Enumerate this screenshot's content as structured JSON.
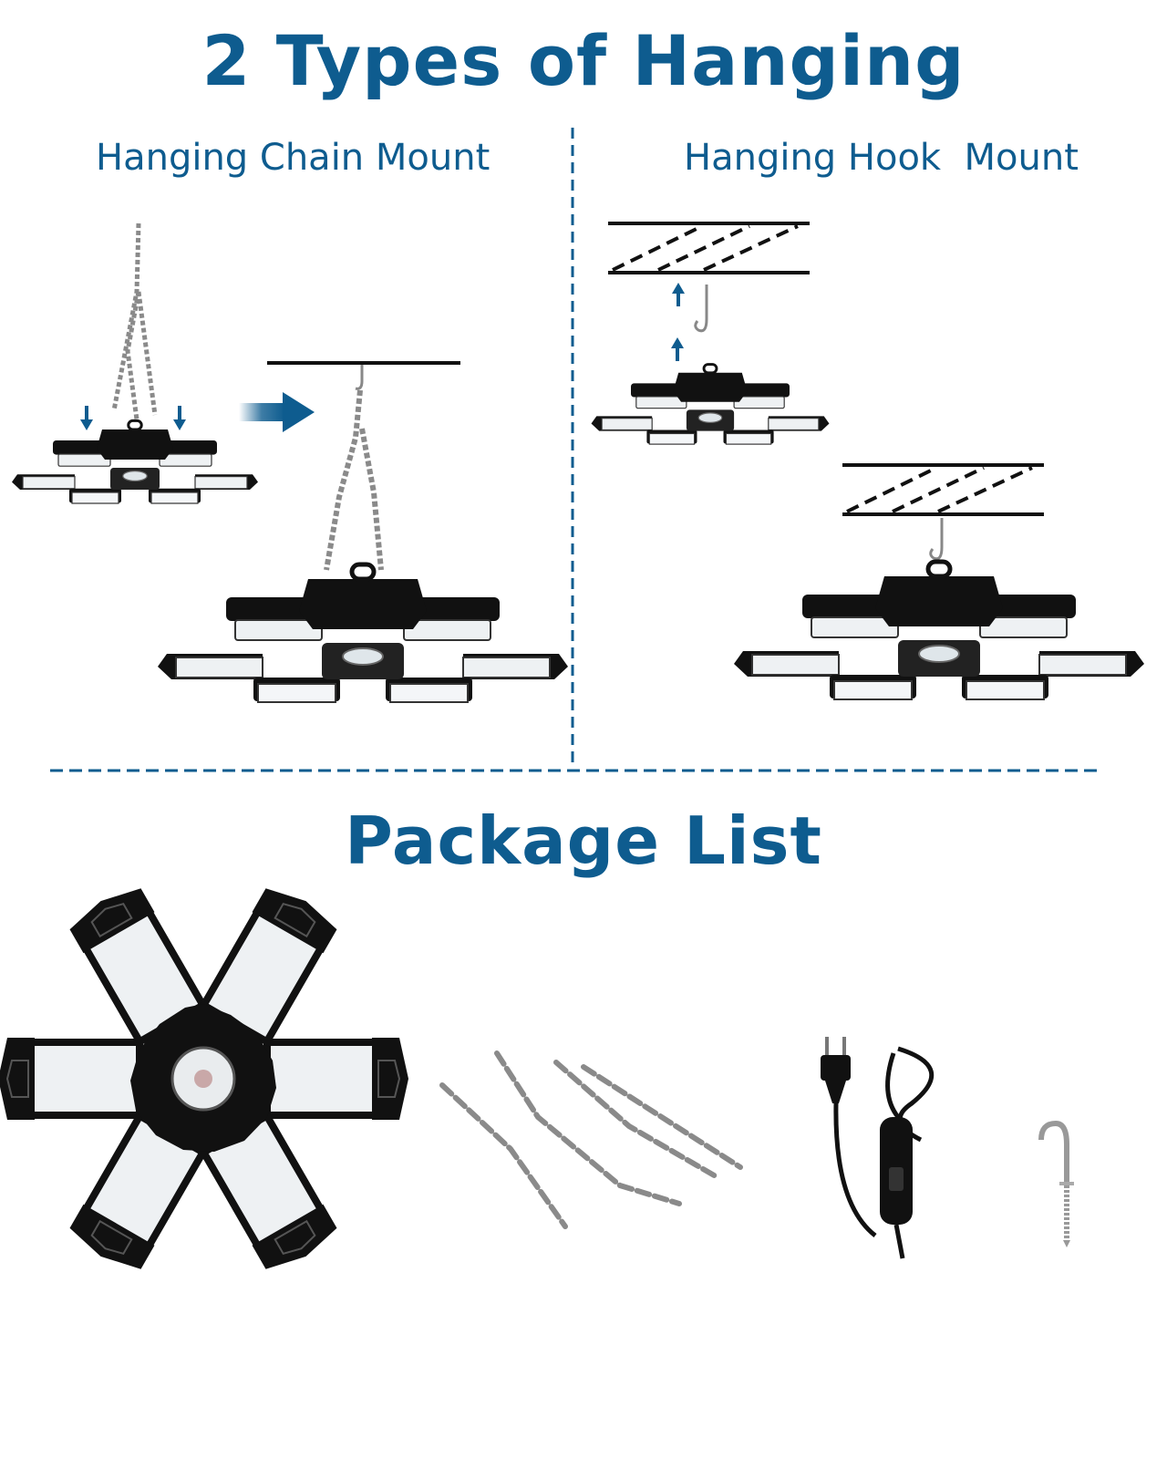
{
  "main_title": "2 Types of Hanging",
  "left_panel": {
    "label": "Hanging Chain Mount"
  },
  "right_panel": {
    "label": "Hanging Hook  Mount"
  },
  "package_title": "Package List",
  "colors": {
    "accent": "#0e5c8f",
    "lamp": "#111111",
    "panel": "#eef1f3"
  },
  "icons": [
    "arrow-down-icon",
    "arrow-right-icon",
    "arrow-up-icon",
    "ceiling-icon",
    "hook-icon",
    "chain-icon",
    "plug-icon",
    "switch-icon"
  ]
}
